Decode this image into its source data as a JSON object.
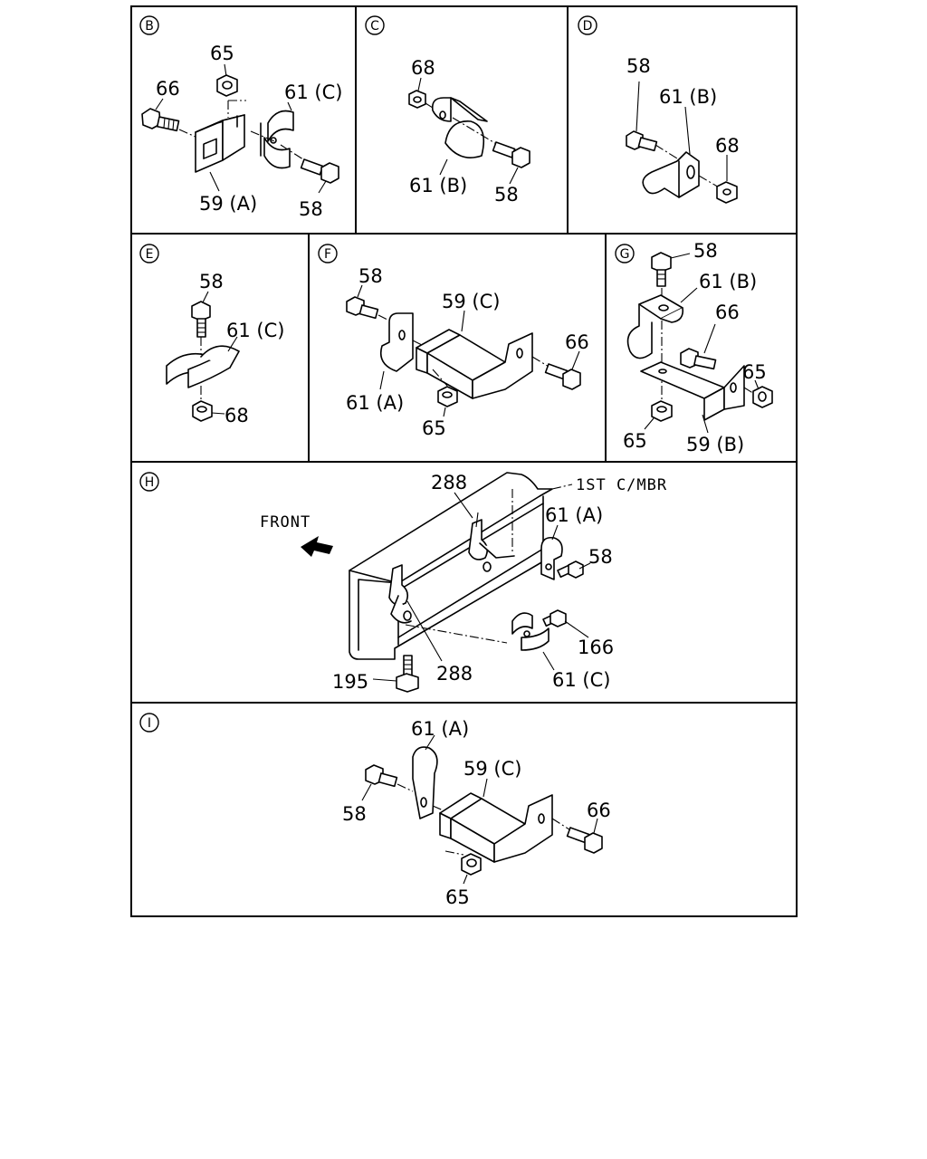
{
  "sections": {
    "B": {
      "letter": "B",
      "callouts": [
        "65",
        "66",
        "61 (C)",
        "59 (A)",
        "58"
      ]
    },
    "C": {
      "letter": "C",
      "callouts": [
        "68",
        "61 (B)",
        "58"
      ]
    },
    "D": {
      "letter": "D",
      "callouts": [
        "58",
        "61 (B)",
        "68"
      ]
    },
    "E": {
      "letter": "E",
      "callouts": [
        "58",
        "61 (C)",
        "68"
      ]
    },
    "F": {
      "letter": "F",
      "callouts": [
        "58",
        "59 (C)",
        "66",
        "61 (A)",
        "65"
      ]
    },
    "G": {
      "letter": "G",
      "callouts": [
        "58",
        "61 (B)",
        "66",
        "65",
        "65",
        "59 (B)"
      ]
    },
    "H": {
      "letter": "H",
      "callouts": [
        "288",
        "1ST C/MBR",
        "FRONT",
        "61 (A)",
        "58",
        "166",
        "195",
        "288",
        "61 (C)"
      ]
    },
    "I": {
      "letter": "I",
      "callouts": [
        "61 (A)",
        "59 (C)",
        "58",
        "66",
        "65"
      ]
    }
  }
}
